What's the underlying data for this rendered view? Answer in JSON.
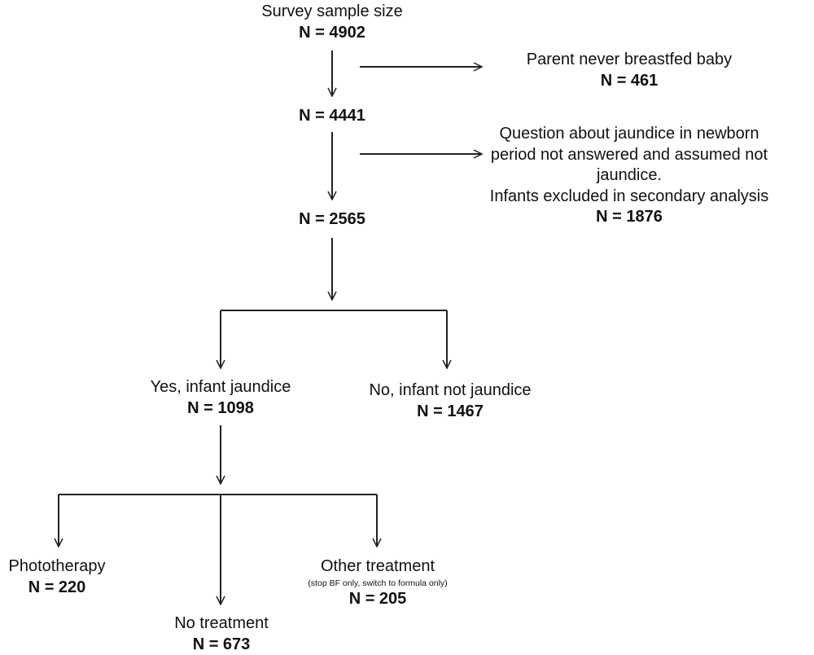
{
  "nodes": {
    "survey": {
      "label": "Survey sample size",
      "n": "N = 4902"
    },
    "n4441": {
      "n": "N = 4441"
    },
    "n2565": {
      "n": "N = 2565"
    },
    "never_bf": {
      "label": "Parent never breastfed baby",
      "n": "N = 461"
    },
    "unanswered": {
      "lines": [
        "Question about jaundice in newborn",
        "period not answered and assumed not",
        "jaundice.",
        "Infants excluded in secondary analysis"
      ],
      "n": "N = 1876"
    },
    "yes_jaundice": {
      "label": "Yes, infant jaundice",
      "n": "N = 1098"
    },
    "no_jaundice": {
      "label": "No, infant not jaundice",
      "n": "N = 1467"
    },
    "phototherapy": {
      "label": "Phototherapy",
      "n": "N = 220"
    },
    "no_treatment": {
      "label": "No treatment",
      "n": "N = 673"
    },
    "other_treatment": {
      "label": "Other treatment",
      "note": "(stop BF only, switch to formula only)",
      "n": "N = 205"
    }
  }
}
